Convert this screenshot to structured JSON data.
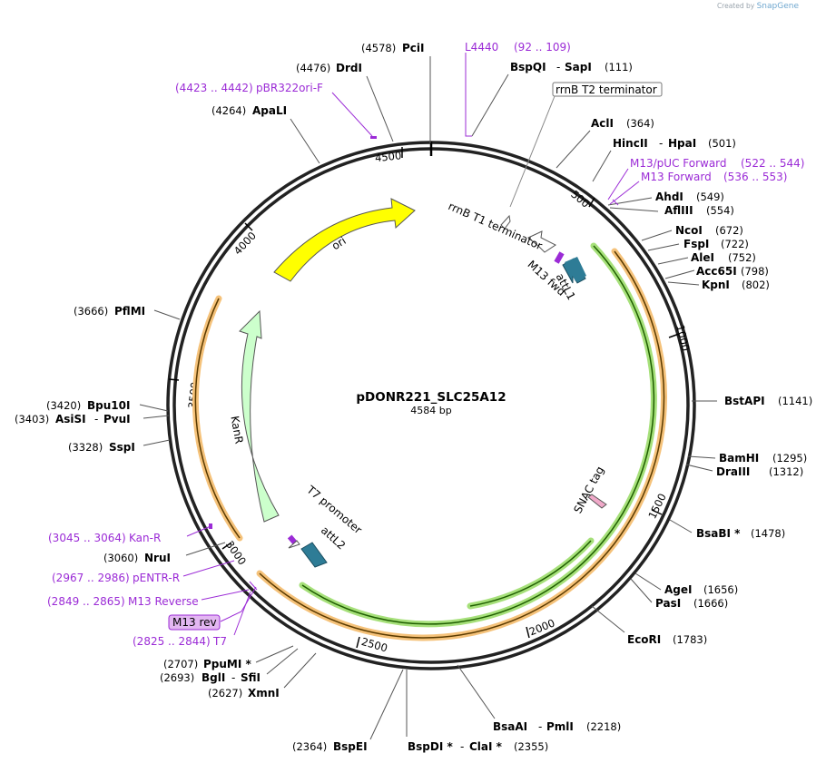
{
  "credit": {
    "prefix": "Created by",
    "brand": "SnapGene"
  },
  "plasmid": {
    "name": "pDONR221_SLC25A12",
    "length": "4584 bp"
  },
  "ticks": [
    "500",
    "1000",
    "1500",
    "2000",
    "2500",
    "3000",
    "3500",
    "4000",
    "4500"
  ],
  "sites": [
    {
      "name": "PciI",
      "pos": "(4578)"
    },
    {
      "name": "DrdI",
      "pos": "(4476)"
    },
    {
      "name": "ApaLI",
      "pos": "(4264)"
    },
    {
      "name": "BspQI",
      "name2": "SapI",
      "pos": "(111)"
    },
    {
      "name": "AclI",
      "pos": "(364)"
    },
    {
      "name": "HincII",
      "name2": "HpaI",
      "pos": "(501)"
    },
    {
      "name": "AhdI",
      "pos": "(549)"
    },
    {
      "name": "AflIII",
      "pos": "(554)"
    },
    {
      "name": "NcoI",
      "pos": "(672)"
    },
    {
      "name": "FspI",
      "pos": "(722)"
    },
    {
      "name": "AleI",
      "pos": "(752)"
    },
    {
      "name": "Acc65I",
      "pos": "(798)"
    },
    {
      "name": "KpnI",
      "pos": "(802)"
    },
    {
      "name": "BstAPI",
      "pos": "(1141)"
    },
    {
      "name": "BamHI",
      "pos": "(1295)"
    },
    {
      "name": "DraIII",
      "pos": "(1312)"
    },
    {
      "name": "BsaBI *",
      "pos": "(1478)"
    },
    {
      "name": "AgeI",
      "pos": "(1656)"
    },
    {
      "name": "PasI",
      "pos": "(1666)"
    },
    {
      "name": "EcoRI",
      "pos": "(1783)"
    },
    {
      "name": "BsaAI",
      "name2": "PmlI",
      "pos": "(2218)"
    },
    {
      "name": "BspDI *",
      "name2": "ClaI *",
      "pos": "(2355)"
    },
    {
      "name": "BspEI",
      "pos": "(2364)"
    },
    {
      "name": "XmnI",
      "pos": "(2627)"
    },
    {
      "name": "BglI",
      "name2": "SfiI",
      "pos": "(2693)"
    },
    {
      "name": "PpuMI *",
      "pos": "(2707)"
    },
    {
      "name": "NruI",
      "pos": "(3060)"
    },
    {
      "name": "SspI",
      "pos": "(3328)"
    },
    {
      "name": "AsiSI",
      "name2": "PvuI",
      "pos": "(3403)"
    },
    {
      "name": "Bpu10I",
      "pos": "(3420)"
    },
    {
      "name": "PflMI",
      "pos": "(3666)"
    }
  ],
  "primers": [
    {
      "name": "L4440",
      "range": "(92 .. 109)"
    },
    {
      "name": "pBR322ori-F",
      "range": "(4423 .. 4442)"
    },
    {
      "name": "M13/pUC Forward",
      "range": "(522 .. 544)"
    },
    {
      "name": "M13 Forward",
      "range": "(536 .. 553)"
    },
    {
      "name": "Kan-R",
      "range": "(3045 .. 3064)"
    },
    {
      "name": "pENTR-R",
      "range": "(2967 .. 2986)"
    },
    {
      "name": "M13 Reverse",
      "range": "(2849 .. 2865)"
    },
    {
      "name": "M13 rev",
      "range": ""
    },
    {
      "name": "T7",
      "range": "(2825 .. 2844)"
    }
  ],
  "features": {
    "ori": "ori",
    "kanr": "KanR",
    "rrnb_t2": "rrnB T2 terminator",
    "rrnb_t1": "rrnB T1 terminator",
    "attl1": "attL1",
    "m13fwd": "M13 fwd",
    "attl2": "attL2",
    "t7promoter": "T7 promoter",
    "snac": "SNAC tag"
  },
  "colors": {
    "backbone": "#222222",
    "ori": "#ffff00",
    "kanr": "#ccffcc",
    "att": "#2e7c96",
    "insert_outer": "#f5c27a",
    "insert_inner": "#a6e07a",
    "primer": "#9b2bd6",
    "label_box": "#e3b7f2"
  }
}
